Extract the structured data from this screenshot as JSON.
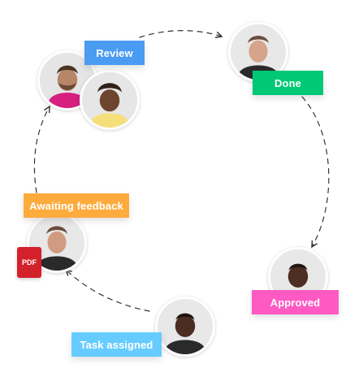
{
  "workflow": {
    "labels": {
      "review": "Review",
      "done": "Done",
      "awaiting_feedback": "Awaiting feedback",
      "approved": "Approved",
      "task_assigned": "Task assigned"
    },
    "colors": {
      "review": "#4A9BF2",
      "done": "#00C875",
      "awaiting_feedback": "#FDAB3D",
      "approved": "#FF5AC4",
      "task_assigned": "#66CCFF",
      "pdf": "#D3212B",
      "avatar_bg": "#E7E7E7"
    },
    "attachments": {
      "pdf_label": "PDF"
    },
    "icons": {
      "arrow": "dashed-arrow-icon",
      "file": "pdf-file-icon"
    }
  }
}
